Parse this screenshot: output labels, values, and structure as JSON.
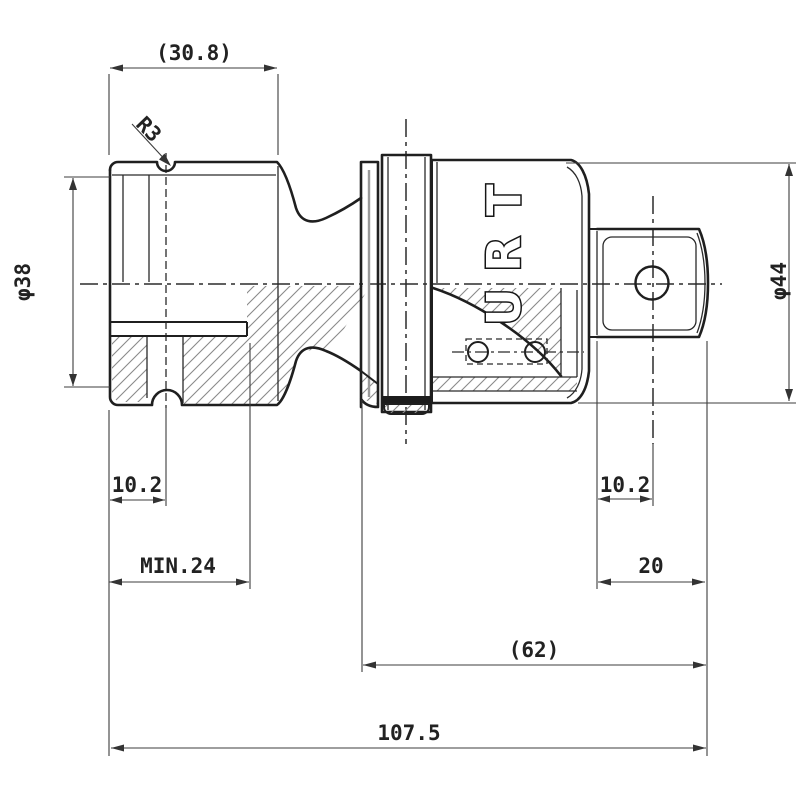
{
  "drawing": {
    "brand": {
      "text": "TRU",
      "letters": [
        "T",
        "R",
        "U"
      ]
    },
    "dimensions": {
      "socket_length": "(30.8)",
      "groove_radius": "R3",
      "socket_diameter": "φ38",
      "body_diameter": "φ44",
      "groove_offset_left": "10.2",
      "min_insert_depth": "MIN.24",
      "pin_offset_right": "10.2",
      "tang_length": "20",
      "joint_length": "(62)",
      "overall_length": "107.5"
    },
    "colors": {
      "outline": "#1f1f1f",
      "dimension": "#3c3c3c",
      "hatch": "#8a8a8a",
      "band_fill": "#1c1c1c",
      "background": "#ffffff"
    }
  }
}
